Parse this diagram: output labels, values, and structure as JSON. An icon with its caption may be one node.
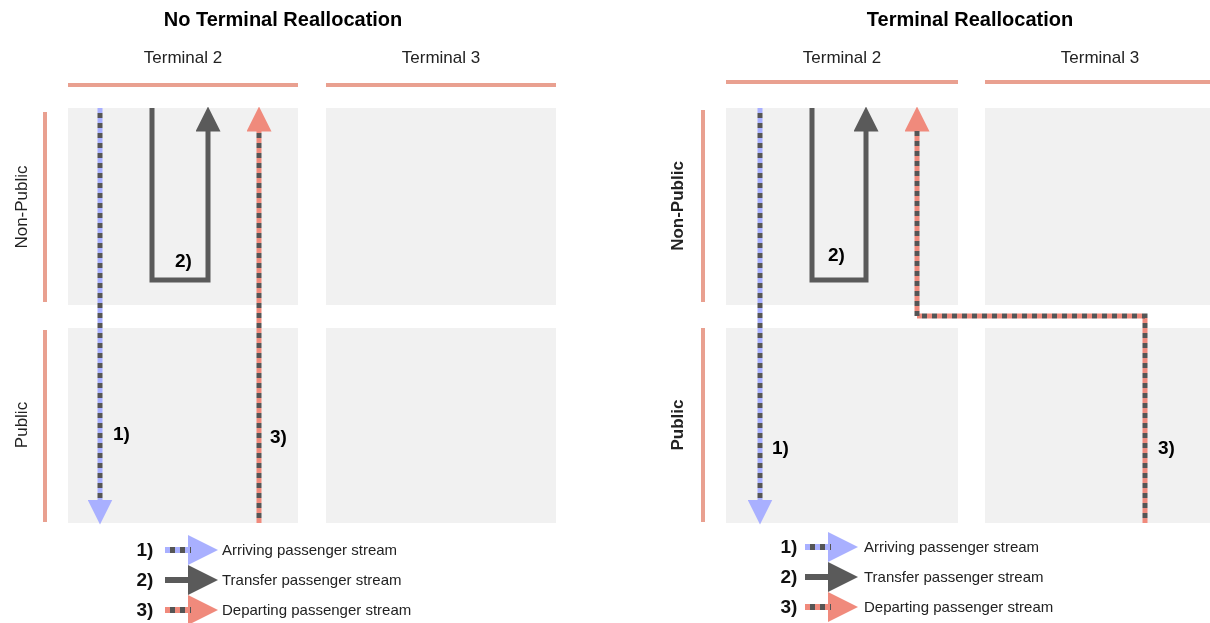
{
  "diagram": {
    "nodes": [
      {
        "text": [
          "No Terminal Reallocation"
        ]
      },
      {
        "text": [],
        "shape": "box",
        "in": 0
      },
      {
        "text": [],
        "shape": "box",
        "in": 0
      },
      {
        "text": [],
        "shape": "box",
        "in": 0
      },
      {
        "text": [],
        "shape": "box",
        "in": 0
      },
      {
        "text": [
          "Terminal Reallocation"
        ]
      },
      {
        "text": [],
        "shape": "box",
        "in": 5
      },
      {
        "text": [],
        "shape": "box",
        "in": 5
      },
      {
        "text": [],
        "shape": "box",
        "in": 5
      },
      {
        "text": [],
        "shape": "box",
        "in": 5
      }
    ],
    "edges": [
      {
        "from": 1,
        "to": 3,
        "arrow": "to",
        "label": "1)",
        "style": "dashed",
        "color": "#a9b0ff"
      },
      {
        "from": 1,
        "to": 1,
        "arrow": "to",
        "label": "2)",
        "color": "#5a5a5a"
      },
      {
        "from": 3,
        "to": 1,
        "arrow": "to",
        "label": "3)",
        "style": "dashed",
        "color": "#f08a7c"
      },
      {
        "from": 6,
        "to": 8,
        "arrow": "to",
        "label": "1)",
        "style": "dashed",
        "color": "#a9b0ff"
      },
      {
        "from": 6,
        "to": 6,
        "arrow": "to",
        "label": "2)",
        "color": "#5a5a5a"
      },
      {
        "from": 9,
        "to": 6,
        "arrow": "to",
        "label": "3)",
        "style": "dashed",
        "color": "#f08a7c"
      }
    ],
    "labels": [
      "Terminal 2",
      "Terminal 3",
      "Non-Public",
      "Public",
      "1)",
      "2)",
      "3)",
      "Terminal 2",
      "Terminal 3",
      "Non-Public",
      "Public",
      "1)",
      "2)",
      "3)"
    ],
    "legend": [
      {
        "text": "Arriving passenger stream"
      },
      {
        "text": "Transfer passenger stream"
      },
      {
        "text": "Departing passenger stream"
      },
      {
        "text": "Arriving passenger stream"
      },
      {
        "text": "Transfer passenger stream"
      },
      {
        "text": "Departing passenger stream"
      }
    ]
  }
}
